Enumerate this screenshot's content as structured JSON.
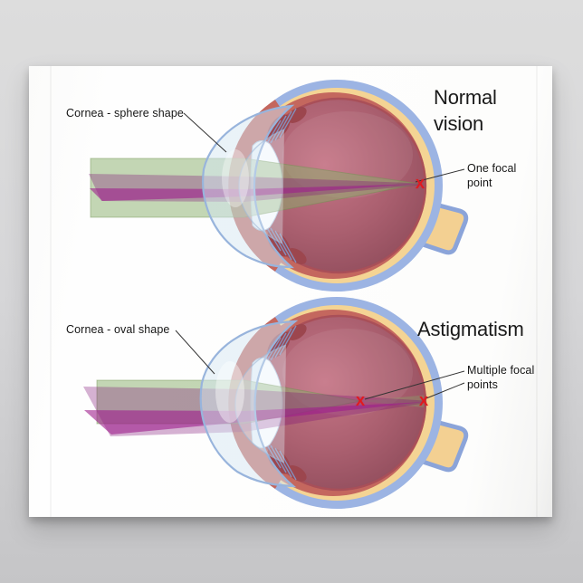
{
  "scene": {
    "type": "poster-mockup",
    "background_top": "#dddddd",
    "background_bottom": "#c5c5c7",
    "poster_bg": "#fdfdfd"
  },
  "poster": {
    "panels": [
      {
        "title": "Normal vision",
        "cornea_label": "Cornea - sphere shape",
        "focal_label": "One focal point",
        "x_marks": [
          "X"
        ]
      },
      {
        "title": "Astigmatism",
        "cornea_label": "Cornea - oval shape",
        "focal_label": "Multiple focal points",
        "x_marks": [
          "X",
          "X"
        ]
      }
    ],
    "colors": {
      "sclera_outline_blue": "#9cb4e3",
      "sclera_cream": "#f4d494",
      "choroid_red": "#c4675e",
      "vitreous_light": "#c57586",
      "vitreous_dark": "#8a4857",
      "retina_line": "#a94f58",
      "beam_green": "#87ad69",
      "beam_magenta": "#b565ae",
      "focal_x_red": "#e3191d",
      "cornea_tint": "#d5e7f3",
      "optic_nerve": "#f3d092",
      "zonule_blue": "#7f9fd4"
    }
  }
}
